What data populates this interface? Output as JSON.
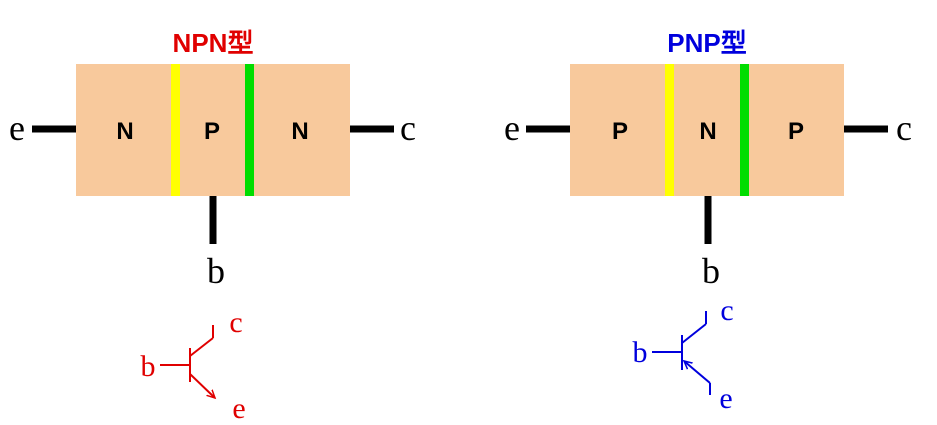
{
  "colors": {
    "region_fill": "#F8C99C",
    "junction_left": "#FFFF00",
    "junction_right": "#00DD00",
    "lead": "#000000",
    "npn_accent": "#E00000",
    "pnp_accent": "#0000DD"
  },
  "npn": {
    "title": "NPN型",
    "regions": [
      "N",
      "P",
      "N"
    ],
    "terminals": {
      "emitter": "e",
      "collector": "c",
      "base": "b"
    },
    "symbol": {
      "base": "b",
      "collector": "c",
      "emitter": "e"
    }
  },
  "pnp": {
    "title": "PNP型",
    "regions": [
      "P",
      "N",
      "P"
    ],
    "terminals": {
      "emitter": "e",
      "collector": "c",
      "base": "b"
    },
    "symbol": {
      "base": "b",
      "collector": "c",
      "emitter": "e"
    }
  }
}
